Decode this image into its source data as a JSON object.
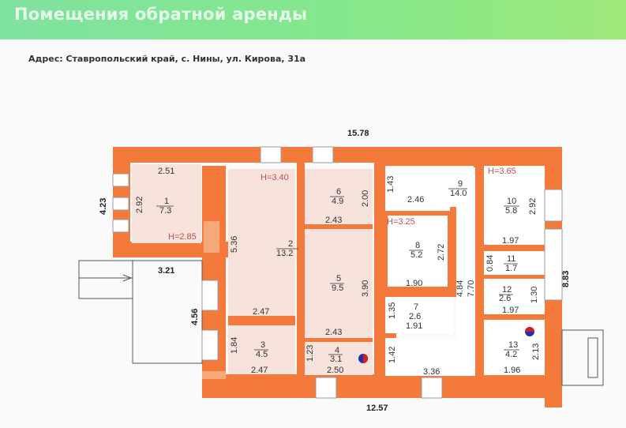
{
  "header": {
    "title": "Помещения обратной аренды",
    "address": "Адрес: Ставропольский край,  с. Нины, ул. Кирова, 31а"
  },
  "colors": {
    "banner_start": "#7fe2a0",
    "banner_end": "#9ee87a",
    "wall": "#f47a3c",
    "wall_light": "#f7a878",
    "room_fill": "#f7e3dc",
    "room_white": "#ffffff",
    "height_label": "#c0504d"
  },
  "plan": {
    "overall": {
      "top_width": "15.78",
      "bottom_width": "12.57",
      "left_height": "4.23",
      "right_height": "8.83",
      "porch_width": "3.21",
      "porch_height": "4.56"
    },
    "heights": {
      "h1": "H=2.85",
      "h2": "H=3.40",
      "h3": "H=3.25",
      "h4": "H=3.65"
    },
    "rooms": [
      {
        "num": "1",
        "area": "7.3",
        "dims": [
          "2.51",
          "2.92"
        ]
      },
      {
        "num": "2",
        "area": "13.2",
        "dims": [
          "5.36",
          "2.47"
        ]
      },
      {
        "num": "3",
        "area": "4.5",
        "dims": [
          "1.84",
          "2.47"
        ]
      },
      {
        "num": "4",
        "area": "3.1",
        "dims": [
          "1.23",
          "2.50"
        ]
      },
      {
        "num": "5",
        "area": "9.5",
        "dims": [
          "2.43",
          "3.90",
          "2.43"
        ]
      },
      {
        "num": "6",
        "area": "4.9",
        "dims": [
          "2.00"
        ]
      },
      {
        "num": "7",
        "area": "2.6",
        "dims": [
          "1.35",
          "1.91"
        ]
      },
      {
        "num": "8",
        "area": "5.2",
        "dims": [
          "2.72",
          "1.90"
        ]
      },
      {
        "num": "9",
        "area": "14.0",
        "dims": [
          "1.43",
          "2.46",
          "4.84",
          "7.70",
          "1.42",
          "3.36"
        ]
      },
      {
        "num": "10",
        "area": "5.8",
        "dims": [
          "2.92",
          "1.97"
        ]
      },
      {
        "num": "11",
        "area": "1.7",
        "dims": [
          "0.84"
        ]
      },
      {
        "num": "12",
        "area": "2.6",
        "dims": [
          "1.30",
          "1.97"
        ]
      },
      {
        "num": "13",
        "area": "4.2",
        "dims": [
          "2.13",
          "1.96"
        ]
      }
    ]
  }
}
